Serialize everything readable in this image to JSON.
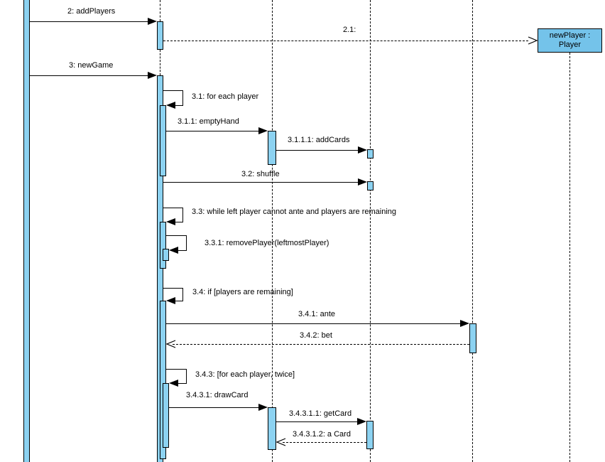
{
  "diagram_type": "uml-sequence-diagram",
  "colors": {
    "background": "#ffffff",
    "activation_fill": "#8CD2F1",
    "object_box_fill": "#74C3EA",
    "line_color": "#000000"
  },
  "object_box": {
    "name": "newPlayer :",
    "type": "Player"
  },
  "messages": {
    "add_players": {
      "label": "2: addPlayers",
      "style": "solid-arrow"
    },
    "create_player": {
      "label": "2.1:",
      "style": "dashed-open-arrow"
    },
    "new_game": {
      "label": "3: newGame",
      "style": "solid-arrow"
    },
    "for_each_player": {
      "label": "3.1: for each player",
      "style": "self-message"
    },
    "empty_hand": {
      "label": "3.1.1: emptyHand",
      "style": "solid-arrow"
    },
    "add_cards": {
      "label": "3.1.1.1: addCards",
      "style": "solid-arrow"
    },
    "shuffle": {
      "label": "3.2: shuffle",
      "style": "solid-arrow"
    },
    "while_ante": {
      "label": "3.3: while left player cannot ante and players are remaining",
      "style": "self-message"
    },
    "remove_player": {
      "label": "3.3.1: removePlayer(leftmostPlayer)",
      "style": "self-message"
    },
    "if_remaining": {
      "label": "3.4: if [players are remaining]",
      "style": "self-message"
    },
    "ante": {
      "label": "3.4.1: ante",
      "style": "solid-arrow"
    },
    "bet": {
      "label": "3.4.2: bet",
      "style": "dashed-open-arrow"
    },
    "for_each_twice": {
      "label": "3.4.3: [for each player, twice]",
      "style": "self-message"
    },
    "draw_card": {
      "label": "3.4.3.1: drawCard",
      "style": "solid-arrow"
    },
    "get_card": {
      "label": "3.4.3.1.1: getCard",
      "style": "solid-arrow"
    },
    "a_card": {
      "label": "3.4.3.1.2: a Card",
      "style": "dashed-open-arrow"
    }
  }
}
